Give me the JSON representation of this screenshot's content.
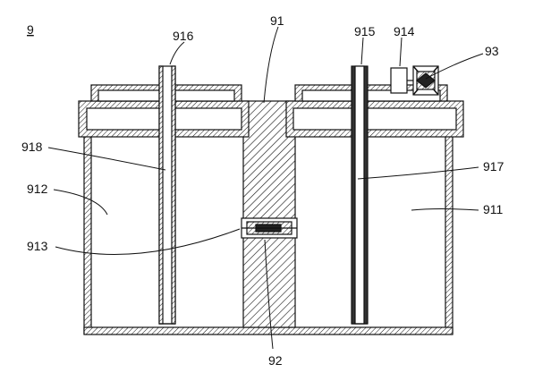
{
  "figure": {
    "number": "9"
  },
  "labels": {
    "l916": "916",
    "l91": "91",
    "l915": "915",
    "l914": "914",
    "l93": "93",
    "l918": "918",
    "l912": "912",
    "l917": "917",
    "l911": "911",
    "l913": "913",
    "l92": "92"
  },
  "colors": {
    "line": "#111111",
    "paper": "#ffffff"
  }
}
